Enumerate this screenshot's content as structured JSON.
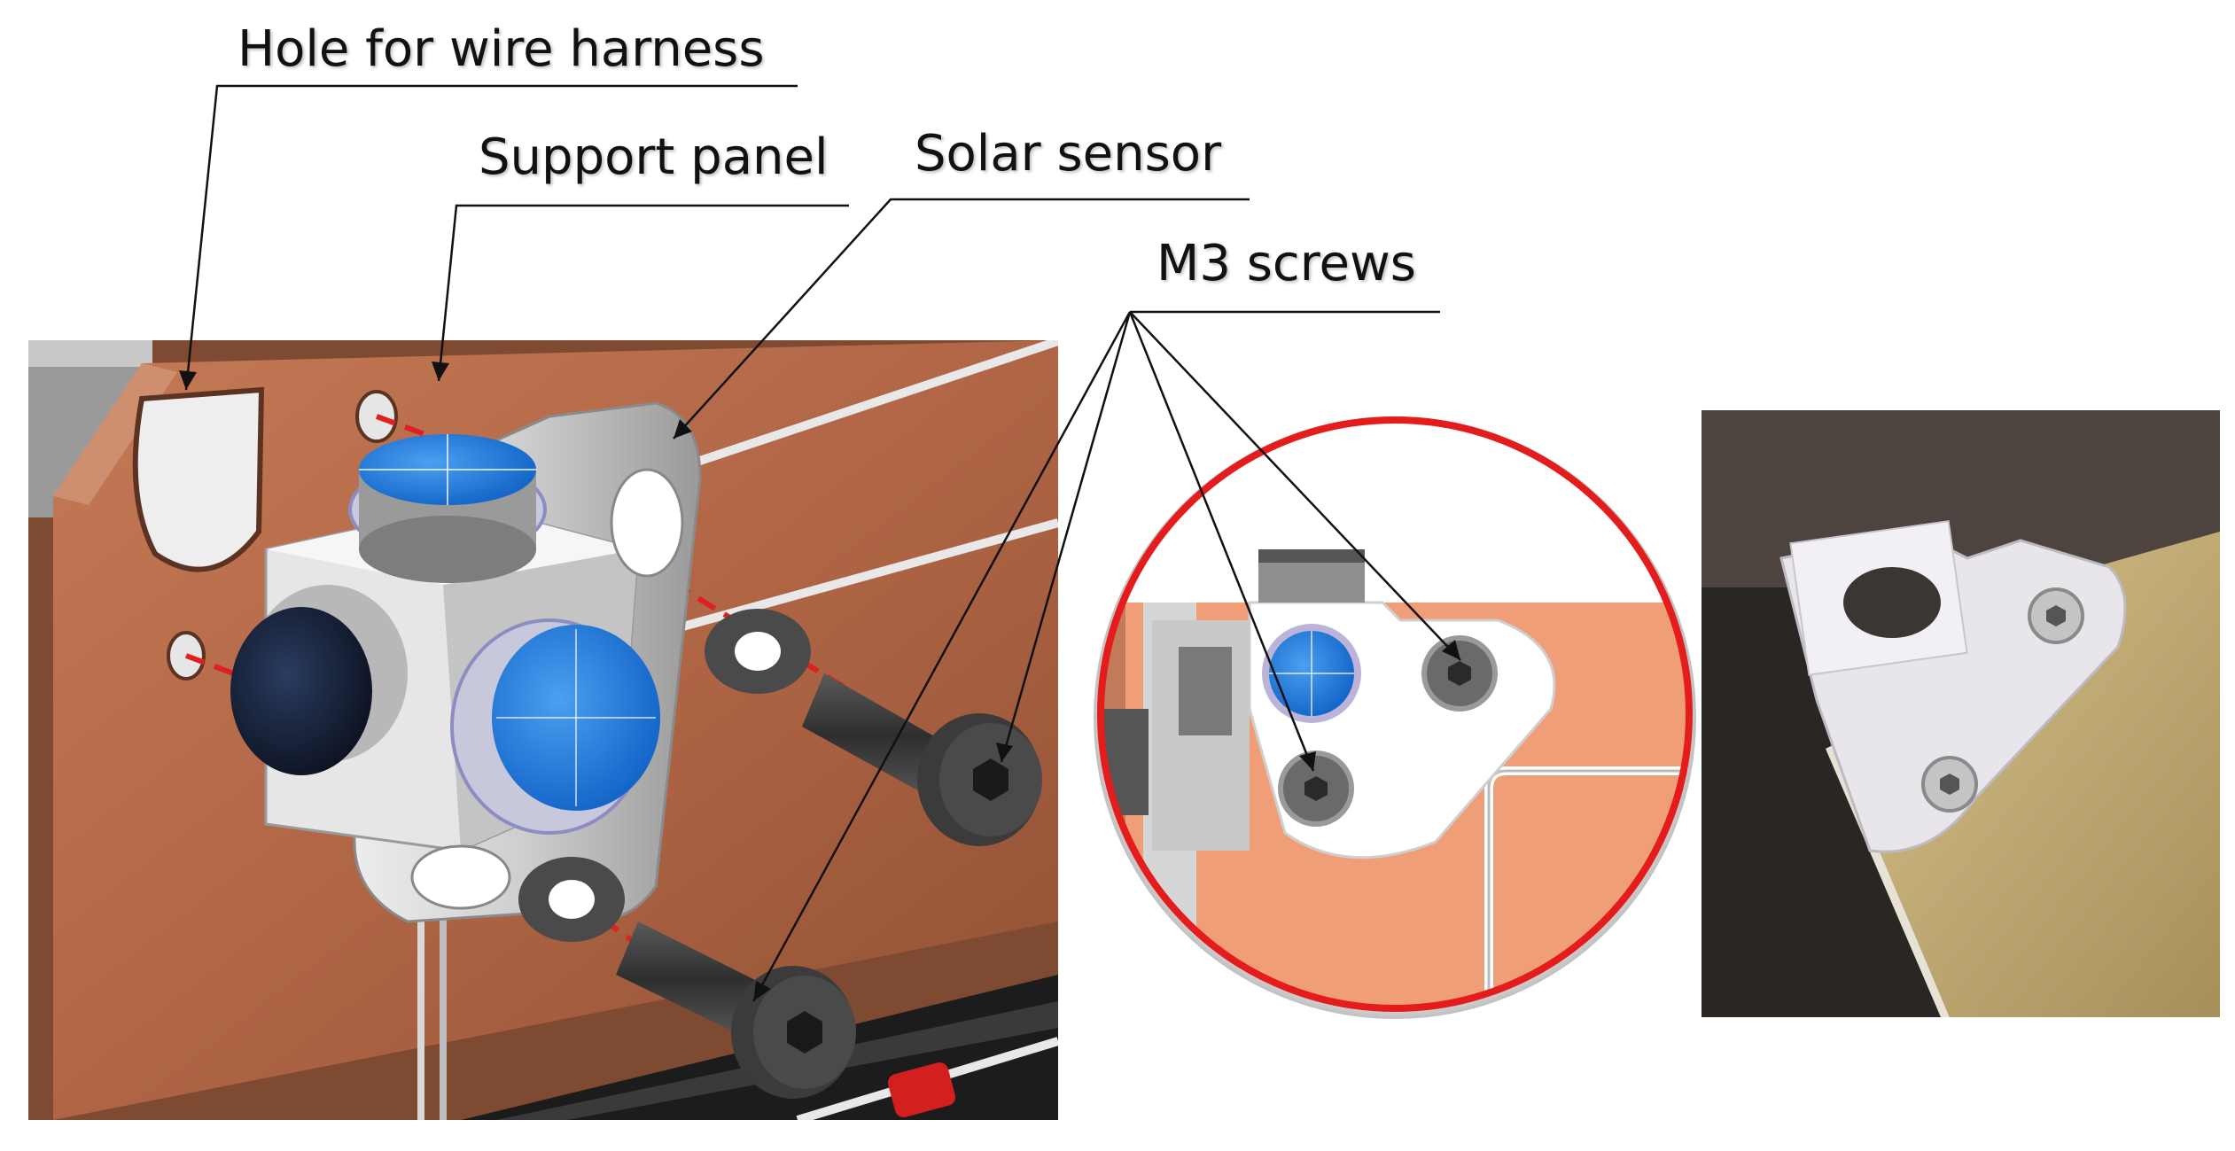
{
  "callouts": {
    "hole": "Hole for wire harness",
    "support_panel": "Support panel",
    "solar_sensor": "Solar sensor",
    "screws": "M3 screws"
  },
  "colors": {
    "panel_copper": "#b56c4a",
    "panel_light": "#ec9a72",
    "lens_blue": "#1f7fe0",
    "holder_white": "#dcdcdc",
    "screw_dark": "#3a3a3a",
    "zoom_ring": "#e41c1c",
    "axis_dash": "#e02020",
    "photo_bg": "#2a2624",
    "photo_plate": "#c9b27a"
  },
  "icons": [
    "leader-line",
    "zoom-circle",
    "red-dashed-axis"
  ]
}
